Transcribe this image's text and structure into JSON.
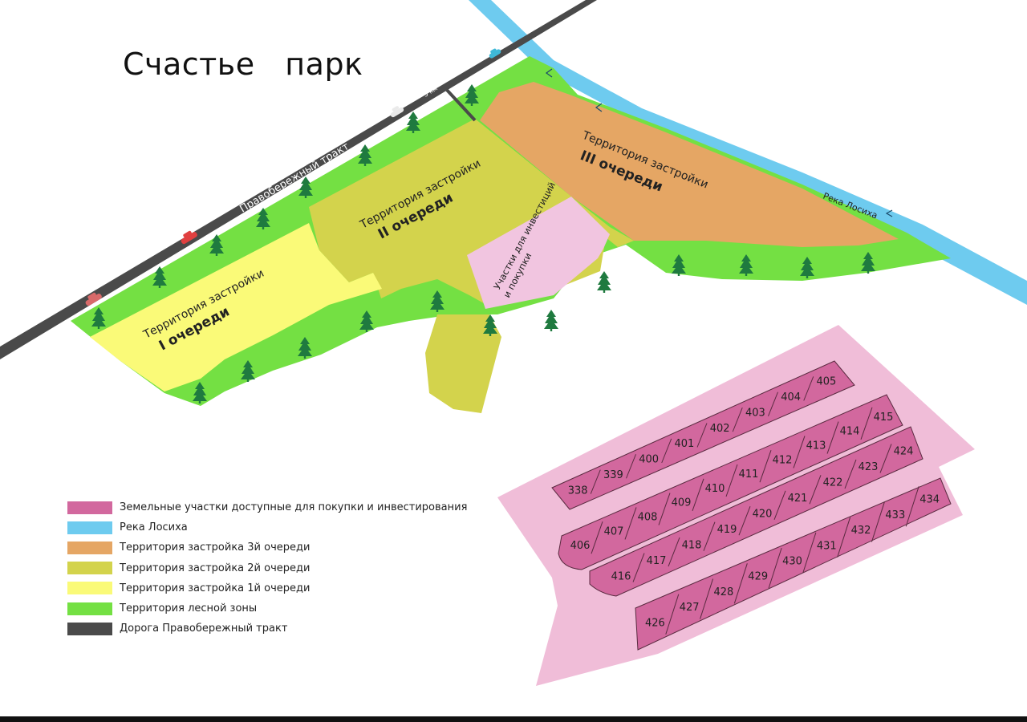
{
  "title": "Счастье   парк",
  "colors": {
    "plots": "#d2689e",
    "plot_area": "#f0bdd8",
    "river": "#6ecbef",
    "zone3": "#e5a664",
    "zone2": "#d3d34c",
    "zone1": "#fafa78",
    "forest": "#74e043",
    "road": "#4a4a4a",
    "invest": "#f1c5e0",
    "tree": "#1f7a3f"
  },
  "map": {
    "road_label": "Правобережный тракт",
    "km_label": "5 км",
    "river_label": "Река Лосиха",
    "zone1": {
      "line1": "Территория застройки",
      "line2": "I  очереди"
    },
    "zone2": {
      "line1": "Территория застройки",
      "line2": "II  очереди"
    },
    "zone3": {
      "line1": "Территория застройки",
      "line2": "III  очереди"
    },
    "invest": {
      "line1": "Участки для инвестиций",
      "line2": "и покупки"
    }
  },
  "plots": {
    "row1": [
      "338",
      "339",
      "400",
      "401",
      "402",
      "403",
      "404",
      "405"
    ],
    "row2": [
      "406",
      "407",
      "408",
      "409",
      "410",
      "411",
      "412",
      "413",
      "414",
      "415"
    ],
    "row3": [
      "416",
      "417",
      "418",
      "419",
      "420",
      "421",
      "422",
      "423",
      "424"
    ],
    "row4": [
      "426",
      "427",
      "428",
      "429",
      "430",
      "431",
      "432",
      "433",
      "434"
    ]
  },
  "legend": [
    {
      "label": "Земельные участки доступные для покупки и инвестирования",
      "color": "#d2689e"
    },
    {
      "label": "Река Лосиха",
      "color": "#6ecbef"
    },
    {
      "label": "Территория застройка 3й очереди",
      "color": "#e5a664"
    },
    {
      "label": "Территория застройка 2й очереди",
      "color": "#d3d34c"
    },
    {
      "label": "Территория застройка 1й очереди",
      "color": "#fafa78"
    },
    {
      "label": "Территория лесной зоны",
      "color": "#74e043"
    },
    {
      "label": "Дорога Правобережный тракт",
      "color": "#4a4a4a"
    }
  ]
}
